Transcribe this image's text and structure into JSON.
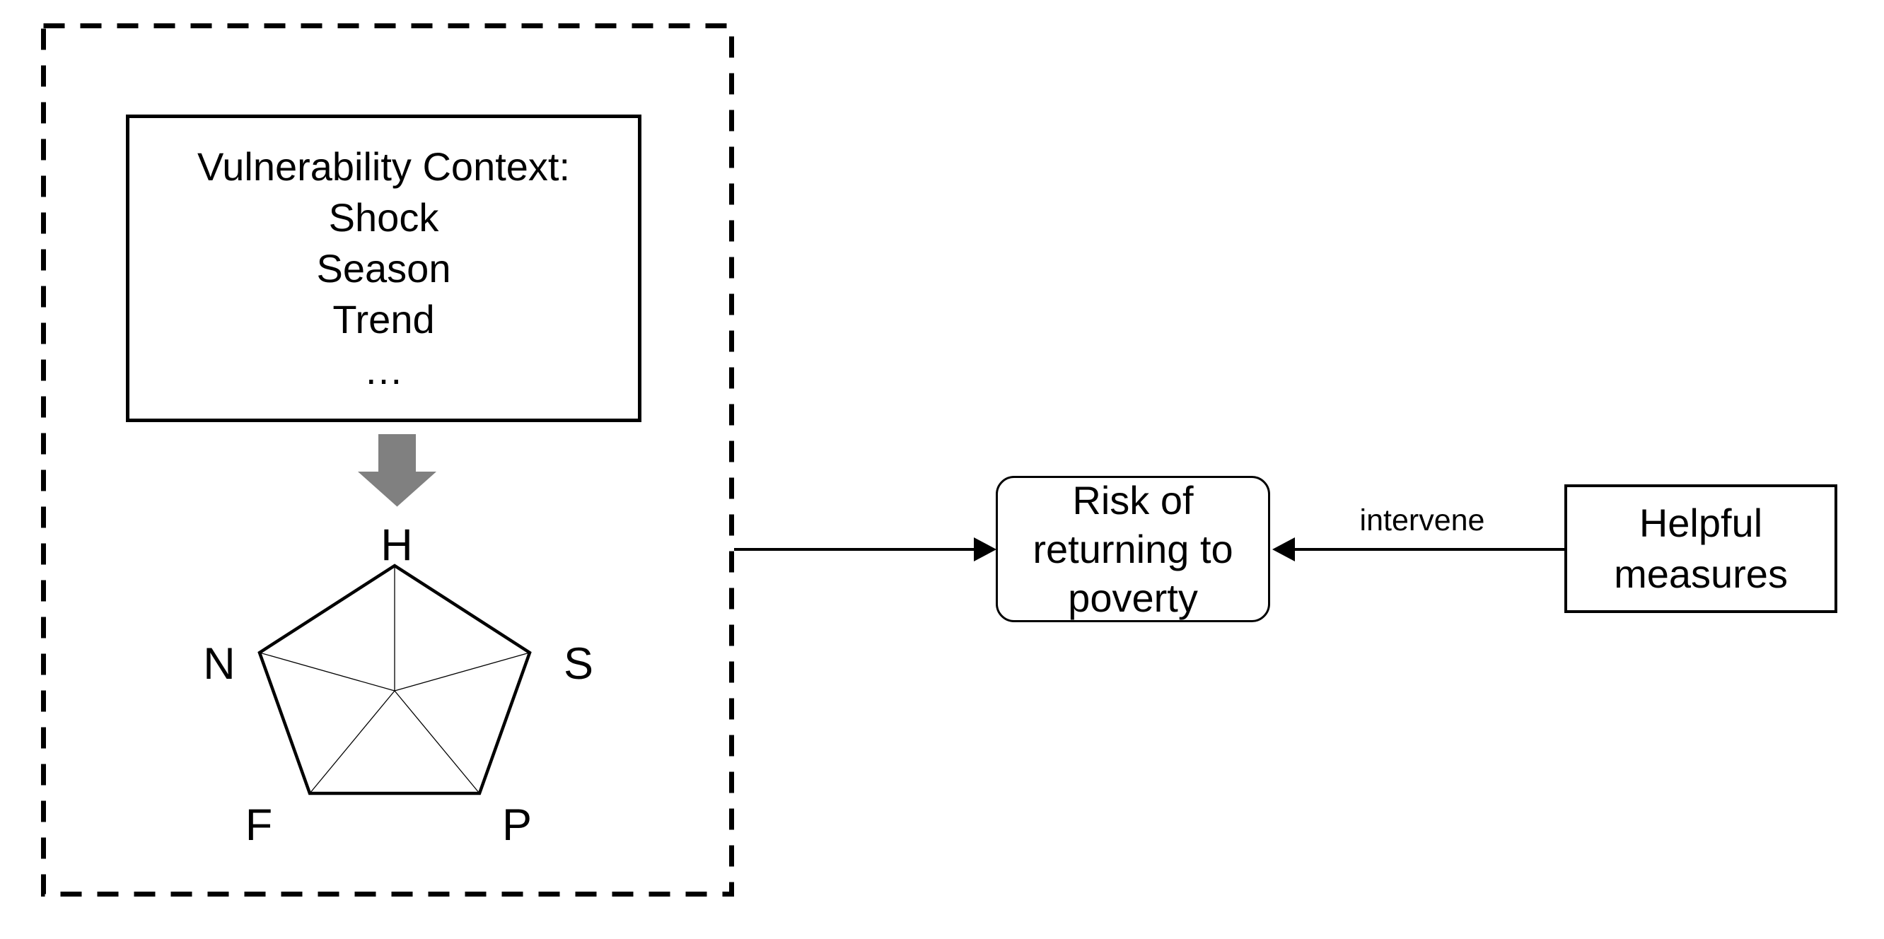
{
  "colors": {
    "ink": "#000000",
    "gray_arrow": "#808080",
    "background": "#ffffff"
  },
  "vulnerability_box": {
    "title": "Vulnerability Context:",
    "items": [
      "Shock",
      "Season",
      "Trend",
      "…"
    ]
  },
  "pentagon_labels": {
    "top": "H",
    "left": "N",
    "right": "S",
    "bottom_left": "F",
    "bottom_right": "P"
  },
  "risk_box": {
    "lines": [
      "Risk of",
      "returning to",
      "poverty"
    ]
  },
  "arrow_labels": {
    "intervene": "intervene"
  },
  "helpful_box": {
    "lines": [
      "Helpful",
      "measures"
    ]
  }
}
